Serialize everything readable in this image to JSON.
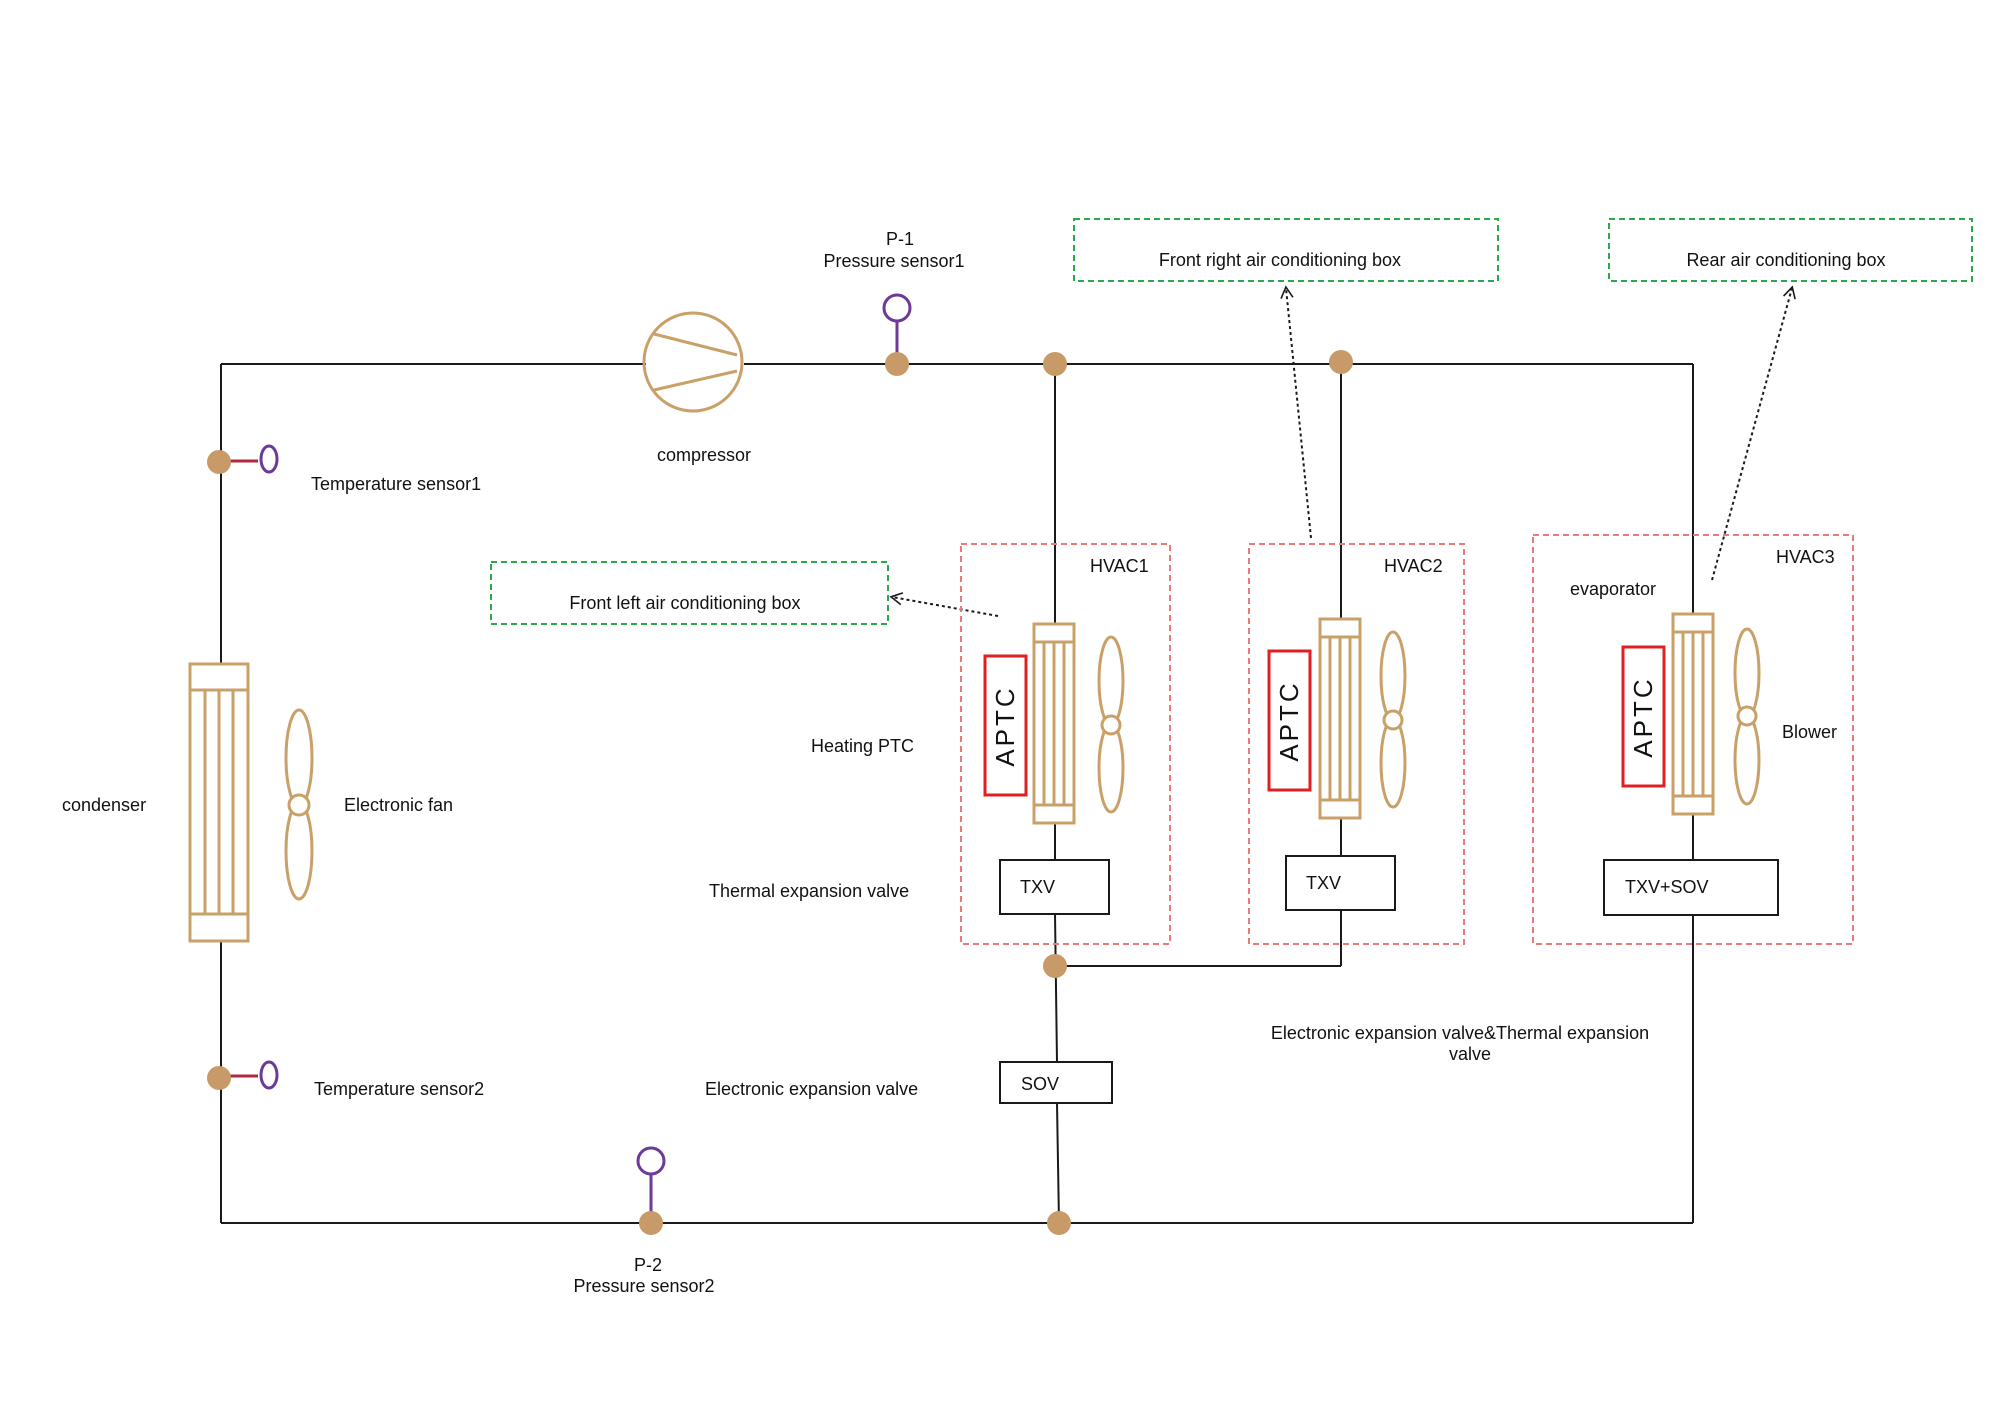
{
  "colors": {
    "pipe": "#1a1a1a",
    "copper": "#c9a068",
    "node": "#c79a68",
    "sensor_ring": "#6d3a97",
    "sensor_stem_pressure": "#6d3a97",
    "sensor_stem_temperature": "#b0283a",
    "hvac_border": "#e87a7a",
    "box_border": "#2aa84a",
    "aptc_border": "#e02020"
  },
  "labels": {
    "p1_code": "P-1",
    "p1_name": "Pressure sensor1",
    "p2_code": "P-2",
    "p2_name": "Pressure sensor2",
    "compressor": "compressor",
    "temperature_sensor1": "Temperature sensor1",
    "temperature_sensor2": "Temperature sensor2",
    "condenser": "condenser",
    "electronic_fan": "Electronic fan",
    "heating_ptc": "Heating PTC",
    "thermal_expansion_valve": "Thermal expansion valve",
    "electronic_expansion_valve": "Electronic expansion valve",
    "eev_tev_line1": "Electronic expansion valve&Thermal expansion",
    "eev_tev_line2": "valve",
    "evaporator": "evaporator",
    "blower": "Blower"
  },
  "boxes": {
    "front_left": "Front left air conditioning box",
    "front_right": "Front right air conditioning box",
    "rear": "Rear air conditioning box"
  },
  "hvac": [
    {
      "name": "HVAC1",
      "heater": "APTC",
      "valve": "TXV"
    },
    {
      "name": "HVAC2",
      "heater": "APTC",
      "valve": "TXV"
    },
    {
      "name": "HVAC3",
      "heater": "APTC",
      "valve": "TXV+SOV"
    }
  ],
  "sov": "SOV"
}
